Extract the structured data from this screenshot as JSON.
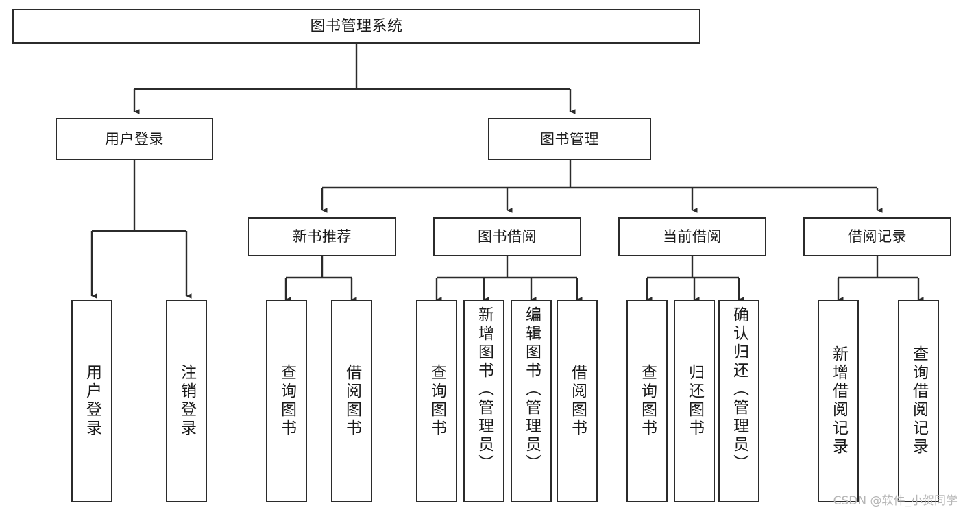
{
  "diagram": {
    "type": "tree-hierarchy-chart",
    "title": "图书管理系统",
    "stroke_color": "#2b2b2b",
    "background_color": "#ffffff",
    "text_color": "#1a1a1a",
    "root": {
      "label": "图书管理系统"
    },
    "level2": [
      {
        "label": "用户登录"
      },
      {
        "label": "图书管理"
      }
    ],
    "level3": [
      {
        "label": "新书推荐"
      },
      {
        "label": "图书借阅"
      },
      {
        "label": "当前借阅"
      },
      {
        "label": "借阅记录"
      }
    ],
    "leaves": {
      "user_login": [
        {
          "label": "用户登录"
        },
        {
          "label": "注销登录"
        }
      ],
      "new_book_recommend": [
        {
          "label": "查询图书"
        },
        {
          "label": "借阅图书"
        }
      ],
      "book_borrow": [
        {
          "label": "查询图书"
        },
        {
          "label": "新增图书（管理员）"
        },
        {
          "label": "编辑图书（管理员）"
        },
        {
          "label": "借阅图书"
        }
      ],
      "current_borrow": [
        {
          "label": "查询图书"
        },
        {
          "label": "归还图书"
        },
        {
          "label": "确认归还（管理员）"
        }
      ],
      "borrow_record": [
        {
          "label": "新增借阅记录"
        },
        {
          "label": "查询借阅记录"
        }
      ]
    }
  },
  "watermark": {
    "text": "CSDN @软件_小贺同学"
  }
}
